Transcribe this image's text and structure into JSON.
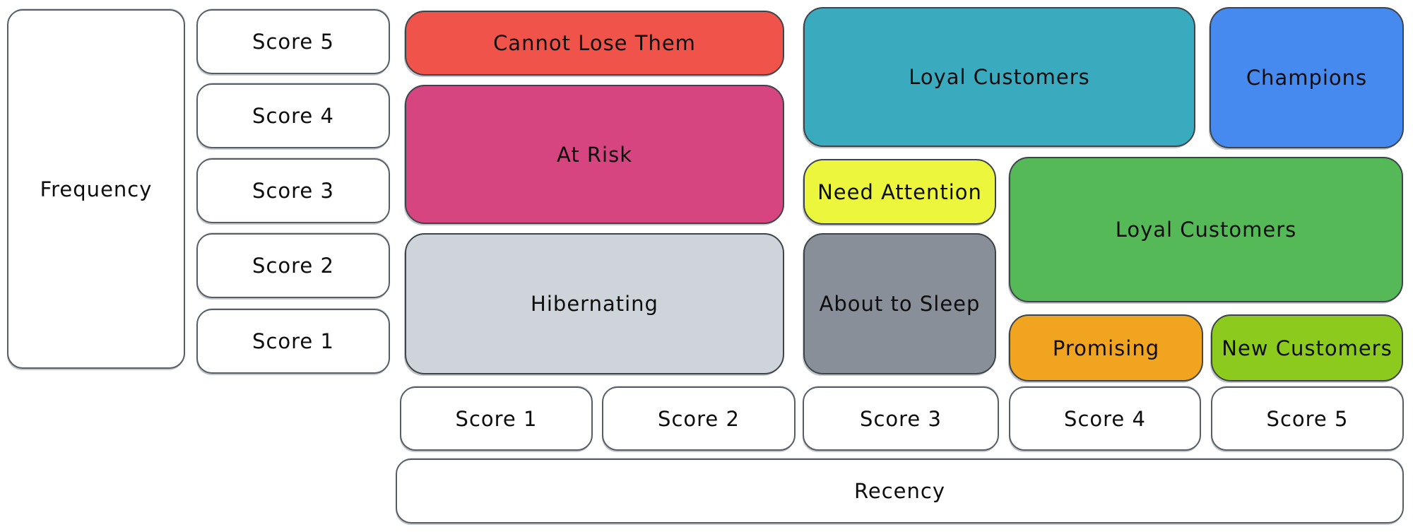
{
  "diagram": {
    "description": "RFM customer segmentation matrix (hand-drawn style)",
    "background": "#ffffff",
    "stroke_color": "#3e444b",
    "text_color": "#0d0d0d"
  },
  "axes": {
    "frequency_label": "Frequency",
    "recency_label": "Recency",
    "frequency_scores": [
      "Score 5",
      "Score 4",
      "Score 3",
      "Score 2",
      "Score 1"
    ],
    "recency_scores": [
      "Score 1",
      "Score 2",
      "Score 3",
      "Score 4",
      "Score 5"
    ]
  },
  "segments": [
    {
      "label": "Cannot Lose Them",
      "color": "#ef5349"
    },
    {
      "label": "At Risk",
      "color": "#d6457f"
    },
    {
      "label": "Hibernating",
      "color": "#ced4da"
    },
    {
      "label": "Loyal Customers",
      "color": "#3aaabf"
    },
    {
      "label": "Champions",
      "color": "#4689ef"
    },
    {
      "label": "Need Attention",
      "color": "#ecf63c"
    },
    {
      "label": "Loyal Customers",
      "color": "#56b957"
    },
    {
      "label": "About to Sleep",
      "color": "#888f98"
    },
    {
      "label": "Promising",
      "color": "#f1a41f"
    },
    {
      "label": "New Customers",
      "color": "#8ccb1e"
    }
  ]
}
